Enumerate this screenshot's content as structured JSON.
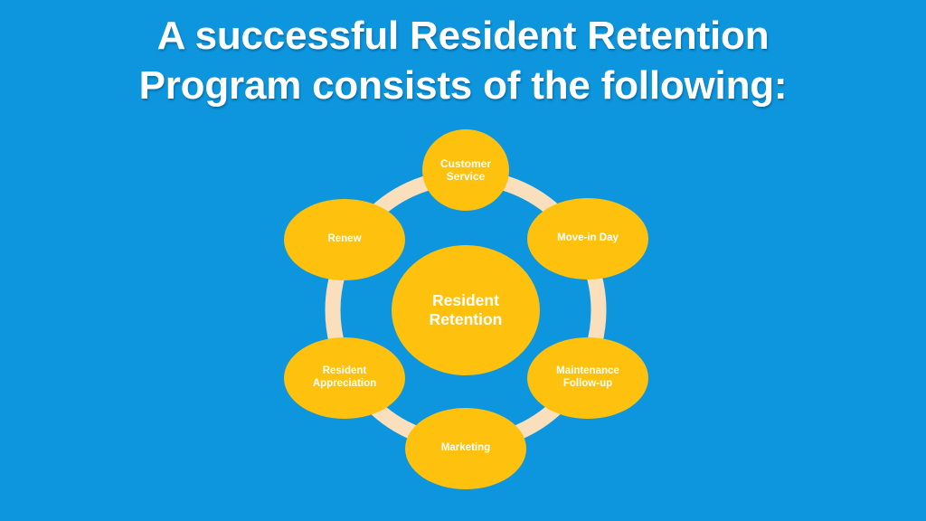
{
  "slide": {
    "background_color": "#0d96de",
    "title": {
      "lines": [
        "A successful Resident Retention",
        "Program consists of the following:"
      ]
    }
  },
  "diagram": {
    "type": "cycle",
    "node_fill_color": "#fec10d",
    "node_text_color": "#ffffff",
    "connector_ring_color": "#fadfbd",
    "center": {
      "label": "Resident Retention",
      "label_lines": [
        "Resident",
        "Retention"
      ]
    },
    "nodes": [
      {
        "id": "customer-service",
        "label": "Customer Service",
        "label_lines": [
          "Customer",
          "Service"
        ],
        "position": "top"
      },
      {
        "id": "move-in-day",
        "label": "Move-in Day",
        "label_lines": [
          "Move-in Day"
        ],
        "position": "top-right"
      },
      {
        "id": "maintenance-followup",
        "label": "Maintenance Follow-up",
        "label_lines": [
          "Maintenance",
          "Follow-up"
        ],
        "position": "bottom-right"
      },
      {
        "id": "marketing",
        "label": "Marketing",
        "label_lines": [
          "Marketing"
        ],
        "position": "bottom"
      },
      {
        "id": "resident-appreciation",
        "label": "Resident Appreciation",
        "label_lines": [
          "Resident",
          "Appreciation"
        ],
        "position": "bottom-left"
      },
      {
        "id": "renew",
        "label": "Renew",
        "label_lines": [
          "Renew"
        ],
        "position": "top-left"
      }
    ]
  }
}
